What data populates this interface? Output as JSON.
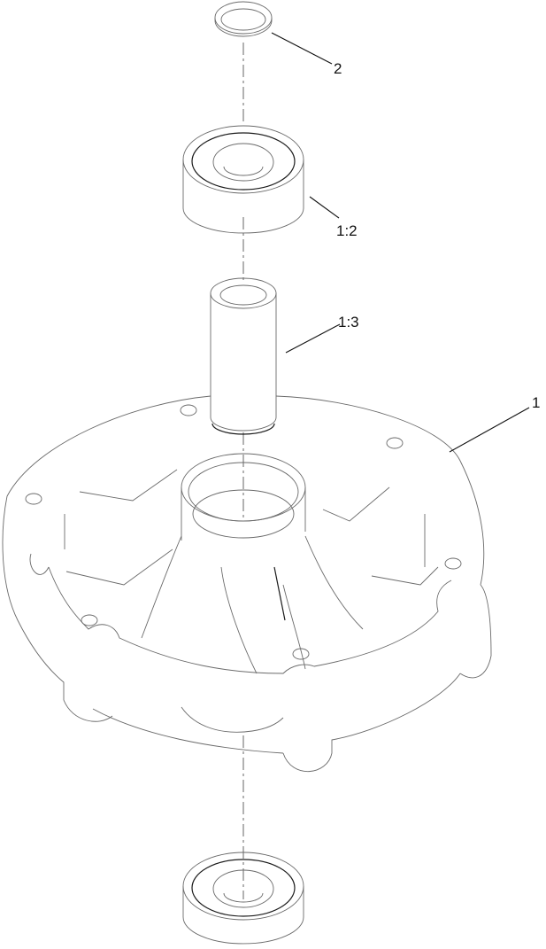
{
  "diagram": {
    "type": "exploded-parts-view",
    "stroke_color": "#6a6a6a",
    "background": "#ffffff",
    "parts": [
      {
        "id": "washer",
        "callout": "2",
        "description": "flat washer / seal ring (top)"
      },
      {
        "id": "upper-bearing",
        "callout": "1:2",
        "description": "ball bearing (upper)"
      },
      {
        "id": "spacer",
        "callout": "1:3",
        "description": "bearing spacer tube"
      },
      {
        "id": "housing",
        "callout": "1",
        "description": "spindle housing with 6 mounting holes"
      },
      {
        "id": "lower-bearing",
        "callout": "",
        "description": "ball bearing (lower)"
      }
    ],
    "callouts": {
      "washer": "2",
      "upper_bearing": "1:2",
      "spacer": "1:3",
      "housing": "1"
    }
  }
}
